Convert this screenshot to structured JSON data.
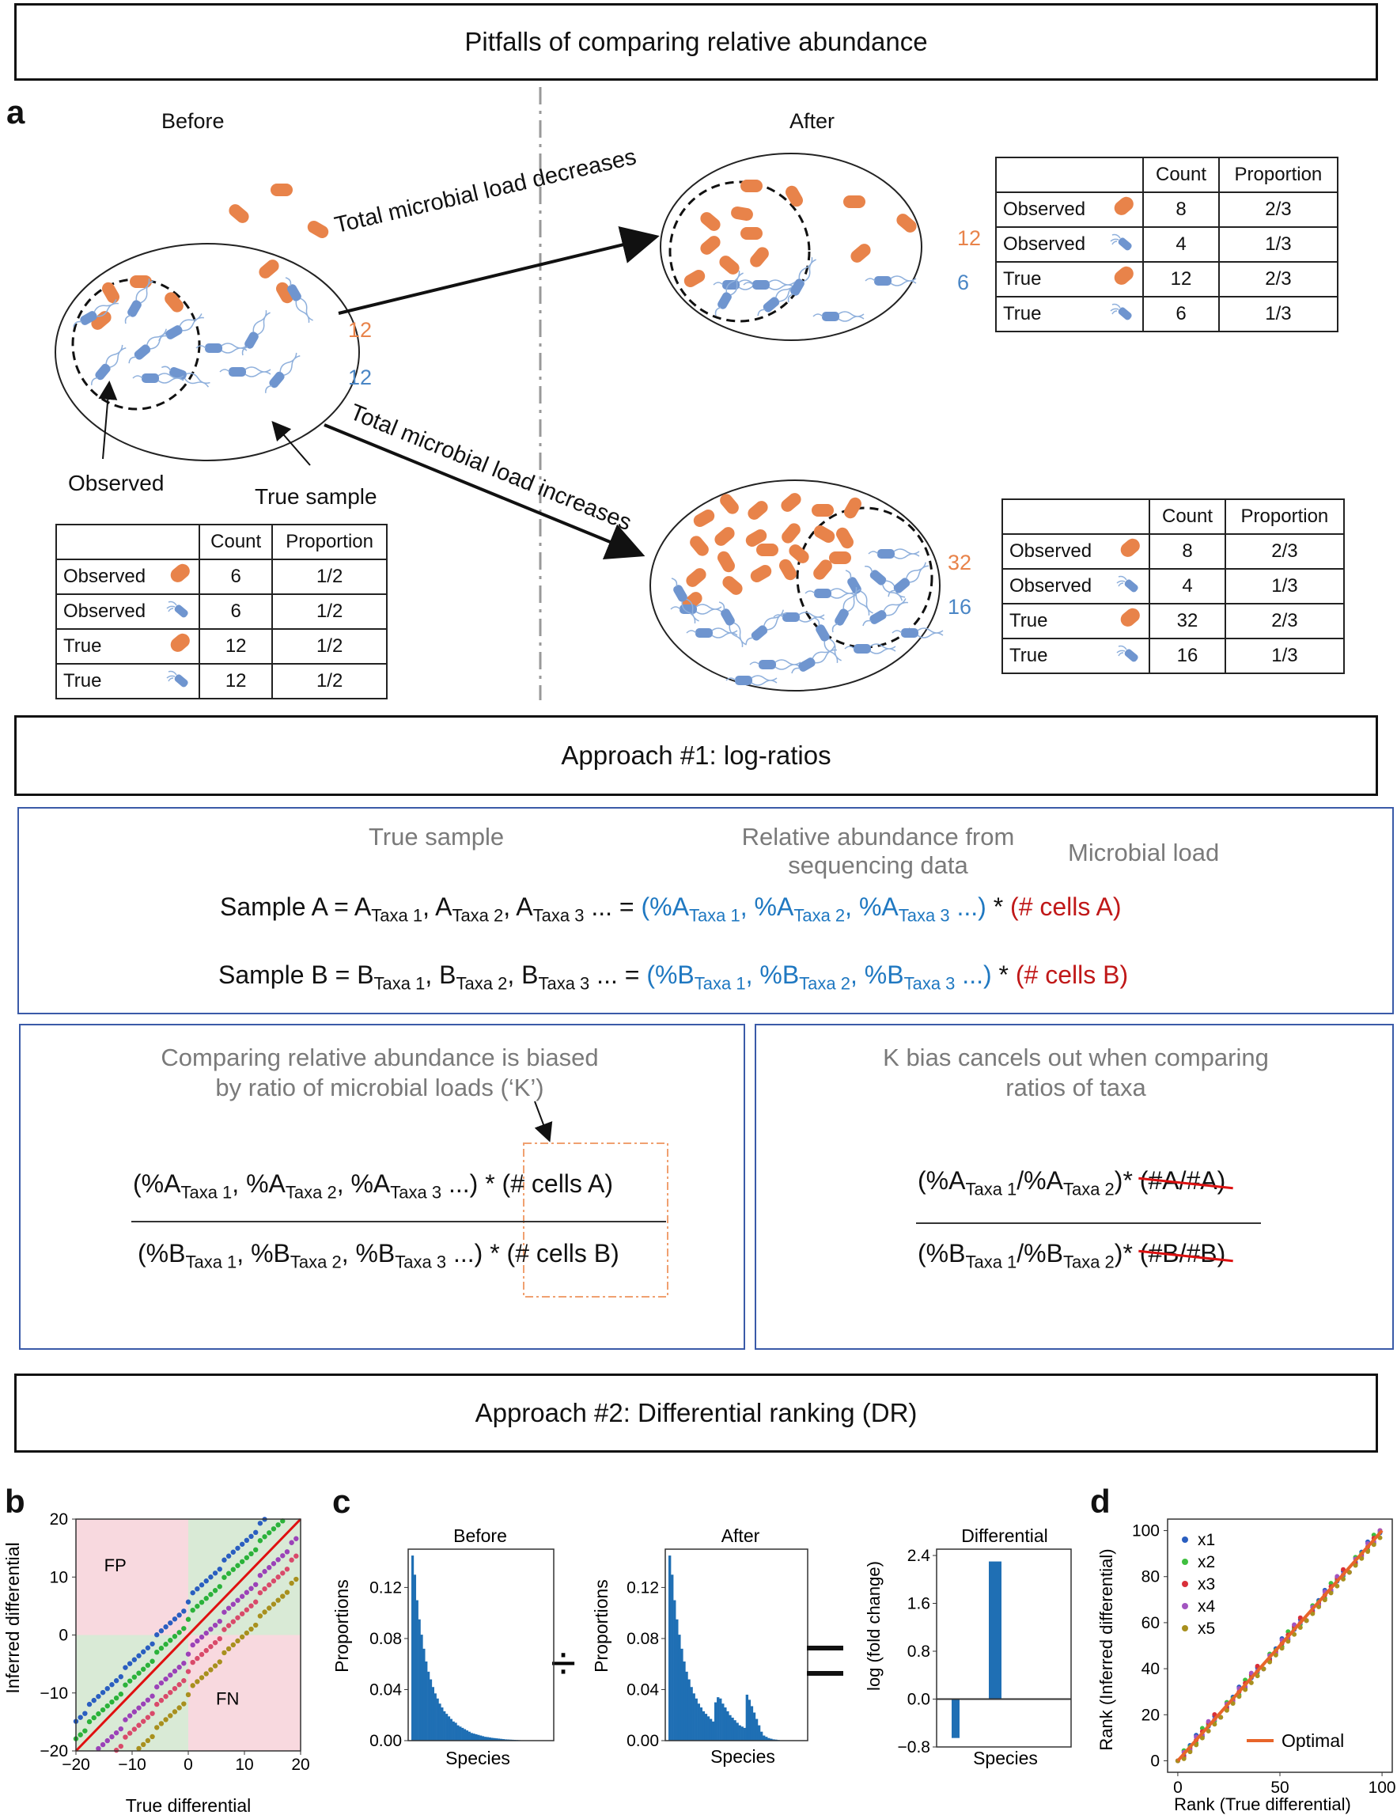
{
  "header_title": "Pitfalls of comparing relative abundance",
  "panel_a": {
    "letter": "a",
    "before_label": "Before",
    "after_label": "After",
    "observed_label": "Observed",
    "true_sample_label": "True sample",
    "arrow_decrease": "Total microbial load decreases",
    "arrow_increase": "Total microbial load increases",
    "before_counts": {
      "orange": "12",
      "blue": "12"
    },
    "after_dec_counts": {
      "orange": "12",
      "blue": "6"
    },
    "after_inc_counts": {
      "orange": "32",
      "blue": "16"
    },
    "table_headers": {
      "count": "Count",
      "proportion": "Proportion"
    },
    "table_before": [
      {
        "label": "Observed",
        "cell": "orange",
        "count": "6",
        "proportion": "1/2"
      },
      {
        "label": "Observed",
        "cell": "blue",
        "count": "6",
        "proportion": "1/2"
      },
      {
        "label": "True",
        "cell": "orange",
        "count": "12",
        "proportion": "1/2"
      },
      {
        "label": "True",
        "cell": "blue",
        "count": "12",
        "proportion": "1/2"
      }
    ],
    "table_decrease": [
      {
        "label": "Observed",
        "cell": "orange",
        "count": "8",
        "proportion": "2/3"
      },
      {
        "label": "Observed",
        "cell": "blue",
        "count": "4",
        "proportion": "1/3"
      },
      {
        "label": "True",
        "cell": "orange",
        "count": "12",
        "proportion": "2/3"
      },
      {
        "label": "True",
        "cell": "blue",
        "count": "6",
        "proportion": "1/3"
      }
    ],
    "table_increase": [
      {
        "label": "Observed",
        "cell": "orange",
        "count": "8",
        "proportion": "2/3"
      },
      {
        "label": "Observed",
        "cell": "blue",
        "count": "4",
        "proportion": "1/3"
      },
      {
        "label": "True",
        "cell": "orange",
        "count": "32",
        "proportion": "2/3"
      },
      {
        "label": "True",
        "cell": "blue",
        "count": "16",
        "proportion": "1/3"
      }
    ]
  },
  "approach1": {
    "title": "Approach #1: log-ratios",
    "true_sample": "True sample",
    "rel_abundance_line1": "Relative abundance from",
    "rel_abundance_line2": "sequencing data",
    "microbial_load": "Microbial load",
    "bias_line1": "Comparing relative abundance is biased",
    "bias_line2": "by ratio of microbial loads (‘K’)",
    "cancel_line1": "K bias cancels out when comparing",
    "cancel_line2": "ratios of taxa"
  },
  "approach2": {
    "title": "Approach #2: Differential ranking (DR)"
  },
  "panel_b": {
    "letter": "b",
    "xlabel": "True differential",
    "ylabel": "Inferred differential",
    "fp": "FP",
    "fn": "FN",
    "xticks": [
      "−20",
      "−10",
      "0",
      "10",
      "20"
    ],
    "yticks": [
      "20",
      "10",
      "0",
      "−10",
      "−20"
    ]
  },
  "panel_c": {
    "letter": "c",
    "before_title": "Before",
    "after_title": "After",
    "diff_title": "Differential",
    "ylabel_prop": "Proportions",
    "ylabel_diff": "log (fold change)",
    "xlabel": "Species",
    "prop_ticks": [
      "0.12",
      "0.08",
      "0.04",
      "0.00"
    ],
    "diff_ticks": [
      "2.4",
      "1.6",
      "0.8",
      "0.0",
      "−0.8"
    ],
    "divide": "÷",
    "equals": "="
  },
  "panel_d": {
    "letter": "d",
    "xlabel": "Rank (True differential)",
    "ylabel": "Rank (Inferred differential)",
    "xticks": [
      "0",
      "50",
      "100"
    ],
    "yticks": [
      "100",
      "80",
      "60",
      "40",
      "20",
      "0"
    ],
    "legend": [
      "x1",
      "x2",
      "x3",
      "x4",
      "x5"
    ],
    "optimal": "Optimal"
  },
  "colors": {
    "orange": "#e8834a",
    "blue_cell": "#6f95cf",
    "blue_text": "#1f78c1",
    "red_text": "#c01818",
    "bar": "#1f6fb4",
    "box_blue": "#3a5aa8"
  },
  "chart_data": [
    {
      "type": "bar",
      "title": "Before",
      "xlabel": "Species",
      "ylabel": "Proportions",
      "ylim": [
        0,
        0.15
      ],
      "values": [
        0.145,
        0.13,
        0.11,
        0.095,
        0.083,
        0.072,
        0.062,
        0.054,
        0.048,
        0.042,
        0.037,
        0.033,
        0.029,
        0.026,
        0.023,
        0.021,
        0.019,
        0.017,
        0.015,
        0.014,
        0.012,
        0.011,
        0.01,
        0.009,
        0.008,
        0.007,
        0.006,
        0.0055,
        0.005,
        0.0045,
        0.004,
        0.0035,
        0.003,
        0.0028,
        0.0025,
        0.0022,
        0.002,
        0.0018,
        0.0016,
        0.0014,
        0.0012,
        0.001,
        0.0009,
        0.0008,
        0.0007,
        0.0006,
        0.0005,
        0.0004,
        0.0003,
        0.0002
      ]
    },
    {
      "type": "bar",
      "title": "After",
      "xlabel": "Species",
      "ylabel": "Proportions",
      "ylim": [
        0,
        0.15
      ],
      "values": [
        0.145,
        0.13,
        0.11,
        0.095,
        0.083,
        0.072,
        0.062,
        0.054,
        0.048,
        0.042,
        0.037,
        0.033,
        0.029,
        0.026,
        0.023,
        0.021,
        0.019,
        0.017,
        0.015,
        0.03,
        0.034,
        0.033,
        0.029,
        0.026,
        0.023,
        0.02,
        0.018,
        0.016,
        0.014,
        0.012,
        0.011,
        0.01,
        0.036,
        0.032,
        0.027,
        0.022,
        0.017,
        0.012,
        0.007,
        0.004,
        0.003,
        0.002,
        0.0015,
        0.001,
        0.0008,
        0.0005
      ]
    },
    {
      "type": "bar",
      "title": "Differential",
      "xlabel": "Species",
      "ylabel": "log (fold change)",
      "ylim": [
        -0.8,
        2.4
      ],
      "values": [
        -0.65,
        2.3
      ]
    },
    {
      "type": "scatter",
      "xlabel": "True differential",
      "ylabel": "Inferred differential",
      "xlim": [
        -20,
        20
      ],
      "ylim": [
        -20,
        20
      ],
      "series": [
        {
          "name": "",
          "offset": 6
        },
        {
          "name": "",
          "offset": 3
        },
        {
          "name": "",
          "offset": -3
        },
        {
          "name": "",
          "offset": -6
        },
        {
          "name": "",
          "offset": -10
        }
      ]
    },
    {
      "type": "scatter",
      "xlabel": "Rank (True differential)",
      "ylabel": "Rank (Inferred differential)",
      "xlim": [
        0,
        100
      ],
      "ylim": [
        0,
        100
      ],
      "series": [
        {
          "name": "x1"
        },
        {
          "name": "x2"
        },
        {
          "name": "x3"
        },
        {
          "name": "x4"
        },
        {
          "name": "x5"
        },
        {
          "name": "Optimal"
        }
      ]
    }
  ]
}
